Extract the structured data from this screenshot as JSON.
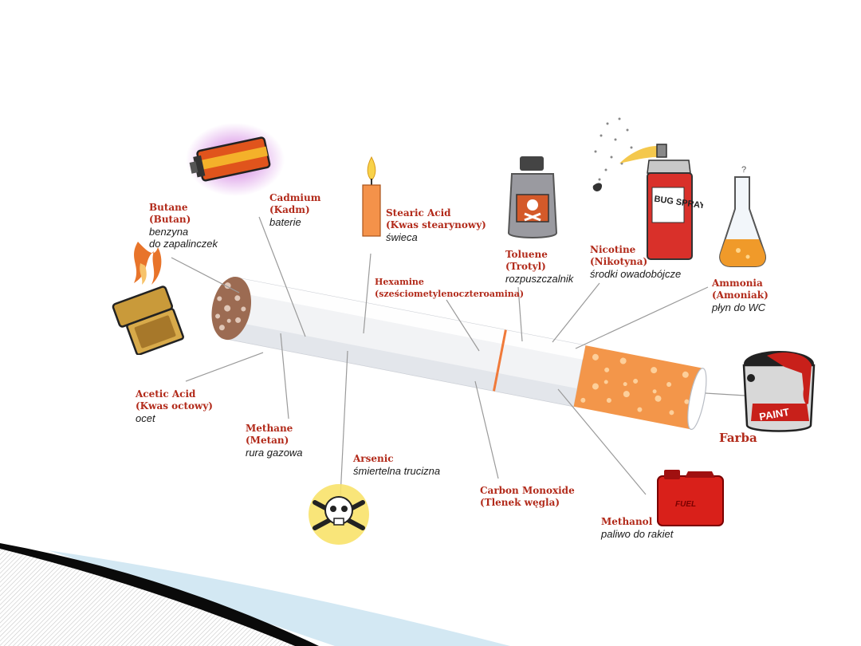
{
  "labels": {
    "butane": {
      "en": "Butane\n(Butan)",
      "pl": "benzyna\ndo zapalinczek"
    },
    "cadmium": {
      "en": "Cadmium\n(Kadm)",
      "pl": "baterie"
    },
    "stearic": {
      "en": "Stearic Acid\n(Kwas stearynowy)",
      "pl": "świeca"
    },
    "hexamine": {
      "en": "Hexamine\n(sześciometylenoczteroamina)",
      "pl": ""
    },
    "toluene": {
      "en": "Toluene\n(Trotyl)",
      "pl": "rozpuszczalnik"
    },
    "nicotine": {
      "en": "Nicotine\n(Nikotyna)",
      "pl": "środki owadobójcze"
    },
    "ammonia": {
      "en": "Ammonia\n(Amoniak)",
      "pl": "płyn do WC"
    },
    "acetic": {
      "en": "Acetic Acid\n(Kwas octowy)",
      "pl": "ocet"
    },
    "methane": {
      "en": "Methane\n(Metan)",
      "pl": "rura gazowa"
    },
    "arsenic": {
      "en": "Arsenic",
      "pl": "śmiertelna trucizna"
    },
    "carbon": {
      "en": "Carbon Monoxide\n(Tlenek węgla)",
      "pl": ""
    },
    "methanol": {
      "en": "Methanol",
      "pl": "paliwo do rakiet"
    },
    "paint": {
      "en": "Farba",
      "pl": ""
    }
  },
  "icon_text": {
    "paint_can": "PAINT",
    "fuel_can": "FUEL",
    "bug_spray": "BUG SPRAY"
  },
  "colors": {
    "label_red": "#b22a1a",
    "filter_orange": "#f08a3a",
    "accent_blue": "#cfe6f2"
  }
}
